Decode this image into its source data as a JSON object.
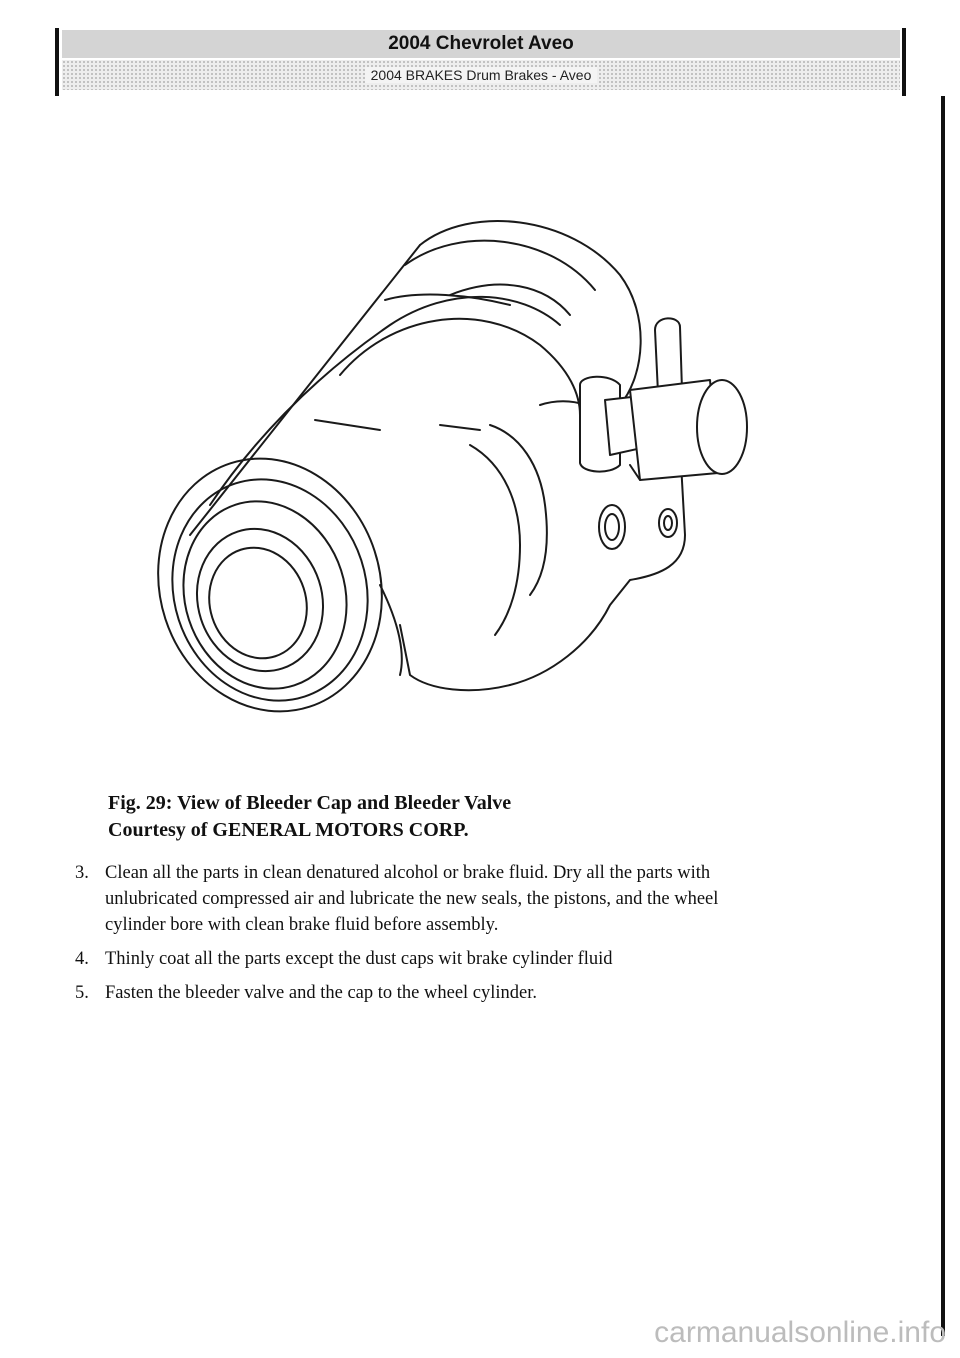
{
  "header": {
    "title": "2004 Chevrolet Aveo",
    "subtitle": "2004 BRAKES Drum Brakes - Aveo"
  },
  "figure": {
    "caption_line1": "Fig. 29: View of Bleeder Cap and Bleeder Valve",
    "caption_line2": "Courtesy of GENERAL MOTORS CORP."
  },
  "steps": [
    {
      "num": "3.",
      "lines": [
        "Clean all the parts in clean denatured alcohol or brake fluid. Dry all the parts with",
        "unlubricated compressed air and lubricate the new seals, the pistons, and the wheel",
        "cylinder bore with clean brake fluid before assembly."
      ]
    },
    {
      "num": "4.",
      "lines": [
        "Thinly coat all the parts except the dust caps wit brake cylinder fluid"
      ]
    },
    {
      "num": "5.",
      "lines": [
        "Fasten the bleeder valve and the cap to the wheel cylinder."
      ]
    }
  ],
  "watermark": "carmanualsonline.info"
}
